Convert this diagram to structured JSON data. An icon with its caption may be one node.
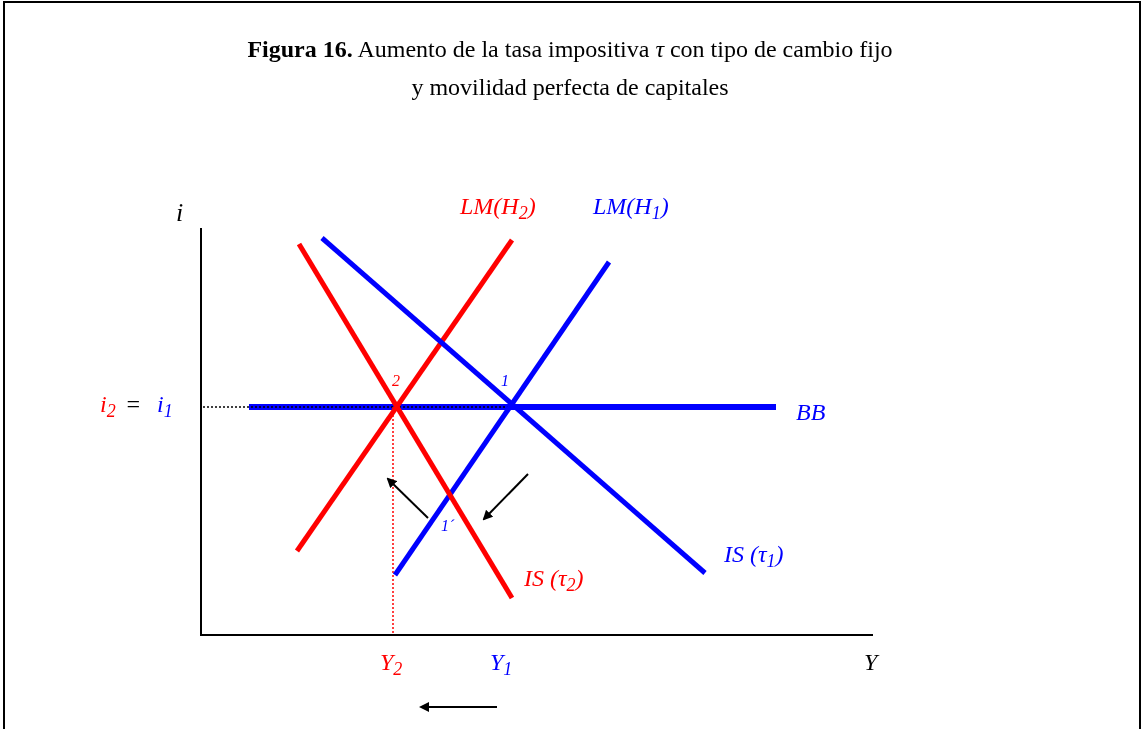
{
  "diagram": {
    "title": "**Figura 16.** Aumento de la tasa impositiva *τ* con tipo de cambio fijo y movilidad perfecta de capitales",
    "labels": [
      "i",
      "LM(H$_{2}$)",
      "LM(H$_{1}$)",
      "i$_{2}$",
      "=",
      "i$_{1}$",
      "2",
      "1",
      "BB",
      "1´",
      "IS (τ$_{1}$)",
      "IS (τ$_{2}$)",
      "Y$_{2}$",
      "Y$_{1}$",
      "Y"
    ]
  }
}
